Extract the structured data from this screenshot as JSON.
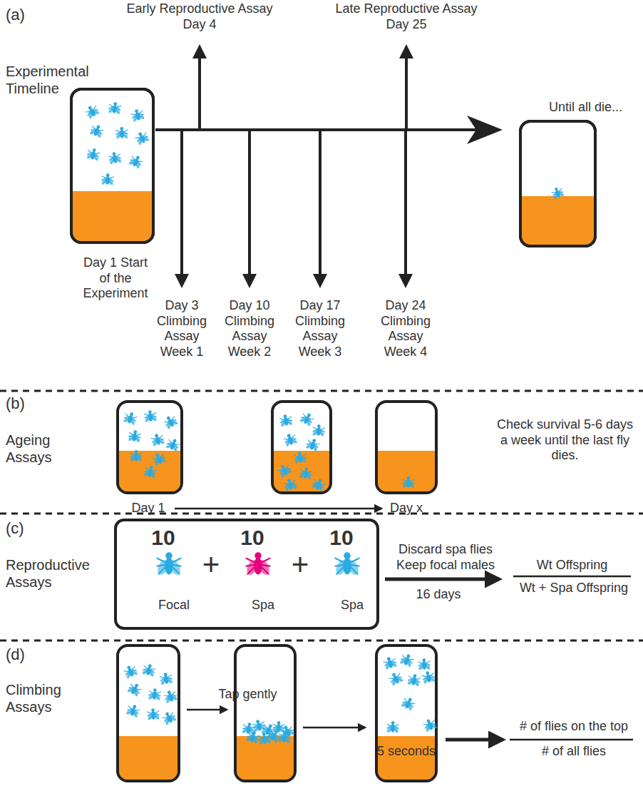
{
  "diagram": {
    "nodes": [
      {
        "text": [
          "10",
          "Focal",
          "+",
          "10",
          "Spa",
          "+",
          "10",
          "Spa"
        ]
      }
    ],
    "labels": [
      "(a)",
      "Experimental Timeline",
      "Early Reproductive Assay Day 4",
      "Late Reproductive Assay Day 25",
      "Until all die...",
      "Day 1 Start of the Experiment",
      "Day 3 Climbing Assay Week 1",
      "Day 10 Climbing Assay Week 2",
      "Day 17 Climbing Assay Week 3",
      "Day 24 Climbing Assay Week 4",
      "(b)",
      "Ageing Assays",
      "Day 1",
      "Day x",
      "Check survival 5-6 days a week until the last fly dies.",
      "(c)",
      "Reproductive Assays",
      "Discard spa flies Keep focal males",
      "16 days",
      "Wt Offspring",
      "Wt + Spa Offspring",
      "(d)",
      "Climbing Assays",
      "Tap gently",
      "5 seconds",
      "# of flies on the top",
      "# of all flies"
    ]
  }
}
